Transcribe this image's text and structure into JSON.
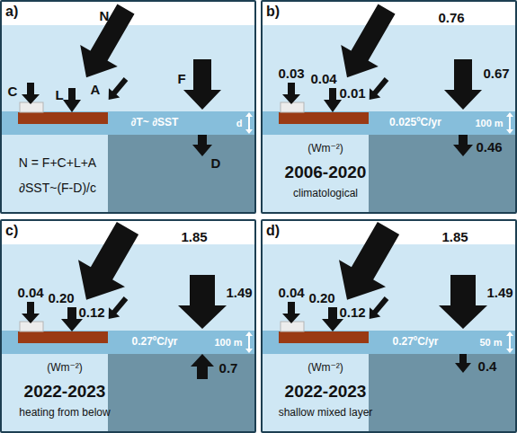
{
  "diagram": {
    "nodes": [
      {
        "text": [
          "a)"
        ]
      },
      {
        "text": [
          "∂T~ ∂SST"
        ],
        "in": 0
      },
      {
        "text": [
          "b)"
        ]
      },
      {
        "text": [
          "0.025ºC/yr"
        ],
        "in": 2
      },
      {
        "text": [
          "c)"
        ]
      },
      {
        "text": [
          "0.27ºC/yr"
        ],
        "in": 4
      },
      {
        "text": [
          "d)"
        ]
      },
      {
        "text": [
          "0.27ºC/yr"
        ],
        "in": 6
      }
    ],
    "labels": [
      "N",
      "A",
      "C",
      "L",
      "F",
      "d",
      "D",
      "N = F+C+L+A",
      "∂SST~(F-D)/c",
      "0.76",
      "0.03",
      "0.01",
      "0.04",
      "0.67",
      "100 m",
      "0.46",
      "(Wm⁻²)",
      "2006-2020",
      "climatological",
      "1.85",
      "0.04",
      "0.12",
      "0.20",
      "1.49",
      "100 m",
      "0.7",
      "(Wm⁻²)",
      "2022-2023",
      "heating from below",
      "1.85",
      "0.04",
      "0.12",
      "0.20",
      "1.49",
      "50 m",
      "0.4",
      "(Wm⁻²)",
      "2022-2023",
      "shallow mixed layer"
    ]
  }
}
